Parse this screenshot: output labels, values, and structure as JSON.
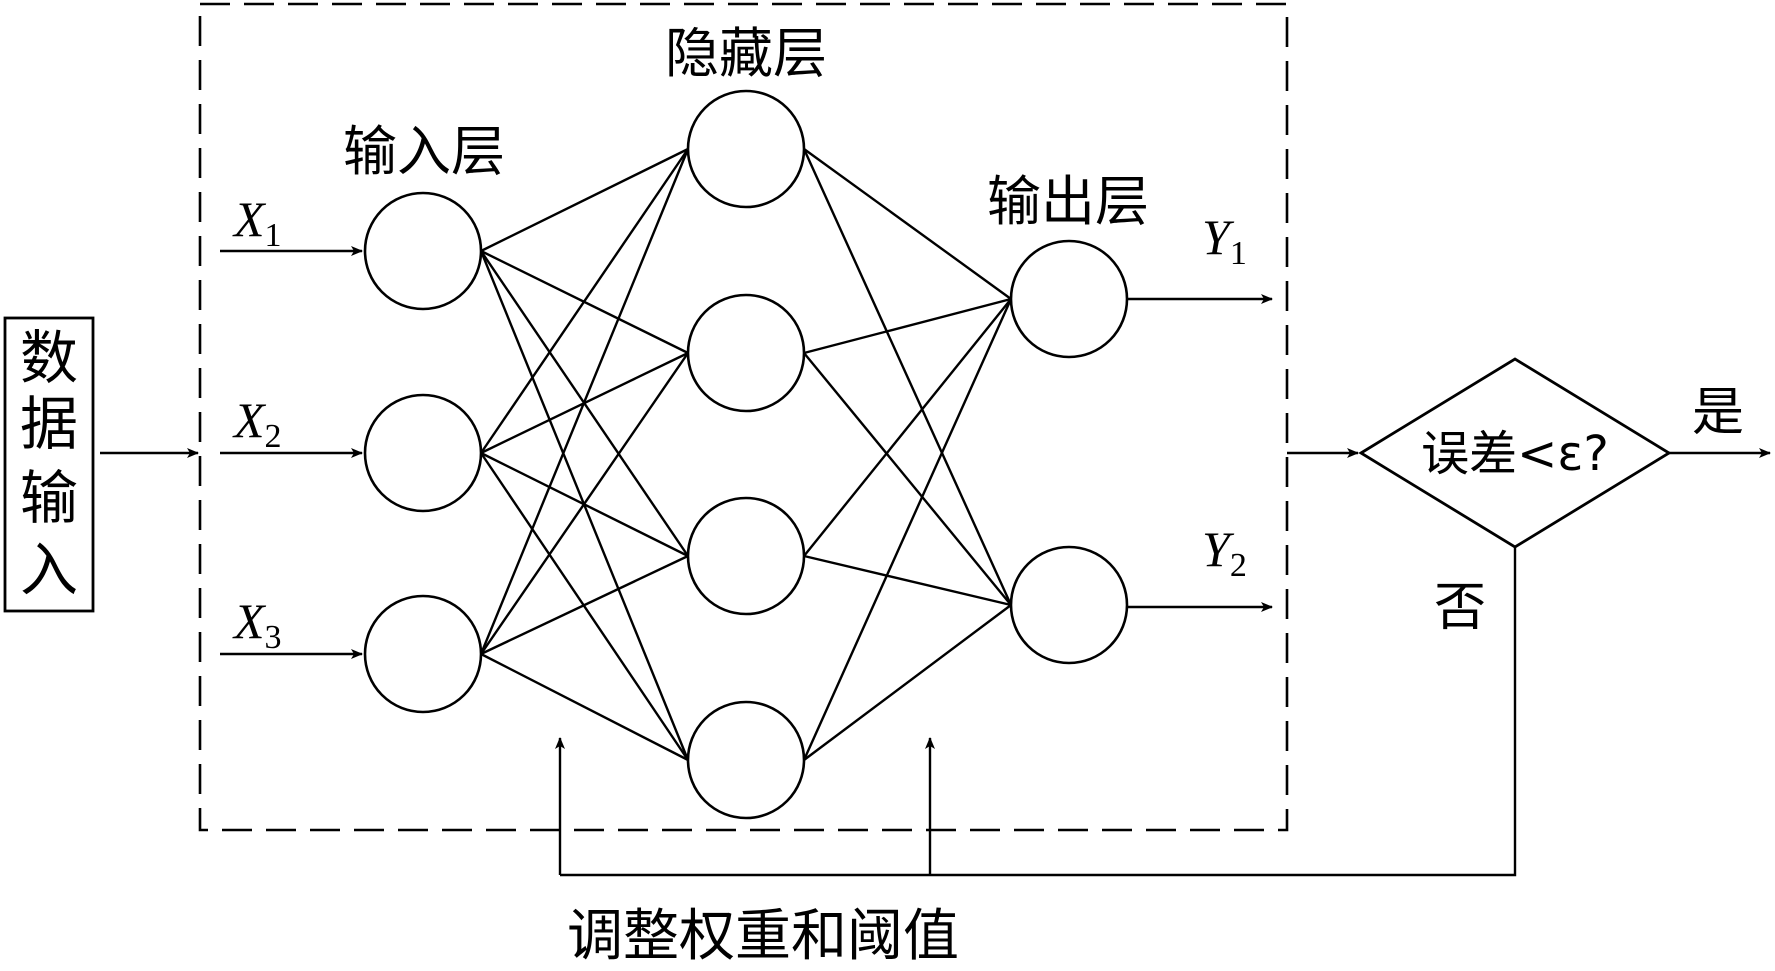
{
  "labels": {
    "data_input": [
      "数",
      "据",
      "输",
      "入"
    ],
    "input_layer": "输入层",
    "hidden_layer": "隐藏层",
    "output_layer": "输出层",
    "decision": "误差<ε?",
    "yes": "是",
    "no": "否",
    "feedback": "调整权重和阈值"
  },
  "inputs": [
    {
      "symbol": "X",
      "sub": "1"
    },
    {
      "symbol": "X",
      "sub": "2"
    },
    {
      "symbol": "X",
      "sub": "3"
    }
  ],
  "outputs": [
    {
      "symbol": "Y",
      "sub": "1"
    },
    {
      "symbol": "Y",
      "sub": "2"
    }
  ],
  "layers": {
    "input_count": 3,
    "hidden_count": 4,
    "output_count": 2
  }
}
